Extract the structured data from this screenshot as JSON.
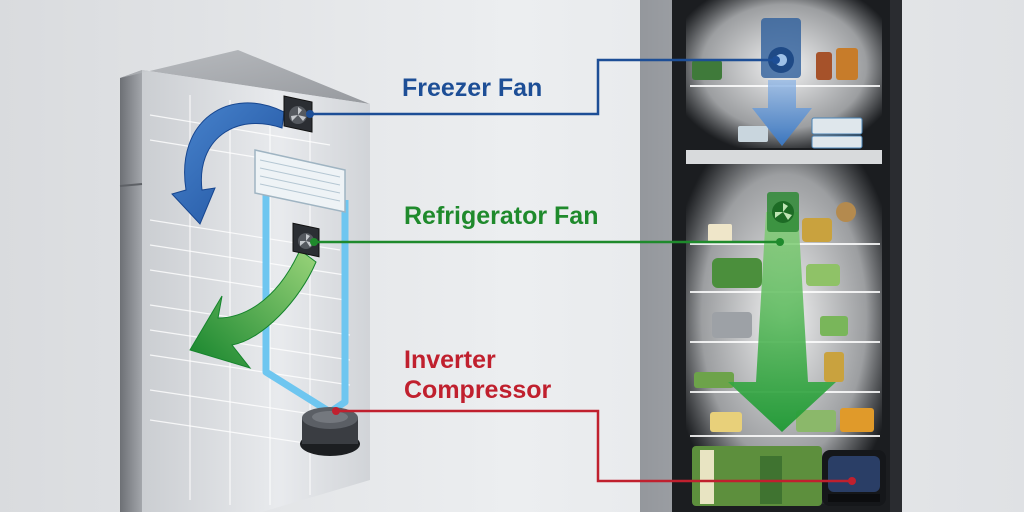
{
  "labels": {
    "freezer_fan": "Freezer Fan",
    "refrigerator_fan": "Refrigerator Fan",
    "inverter_compressor_line1": "Inverter",
    "inverter_compressor_line2": "Compressor"
  },
  "colors": {
    "background": "#e6e7e9",
    "freezer_fan": "#1d4e96",
    "refrigerator_fan": "#1f8a2c",
    "inverter_compressor": "#c0202e",
    "cold_air_blue": "#2c69b8",
    "cold_air_green": "#2ea043",
    "duct_light_blue": "#6ec6f0",
    "fridge_body": "#b9bcc1",
    "fridge_dark": "#1b1d20"
  },
  "icons": {
    "fan": "fan-icon",
    "compressor": "compressor-icon",
    "airflow": "airflow-arrow"
  }
}
